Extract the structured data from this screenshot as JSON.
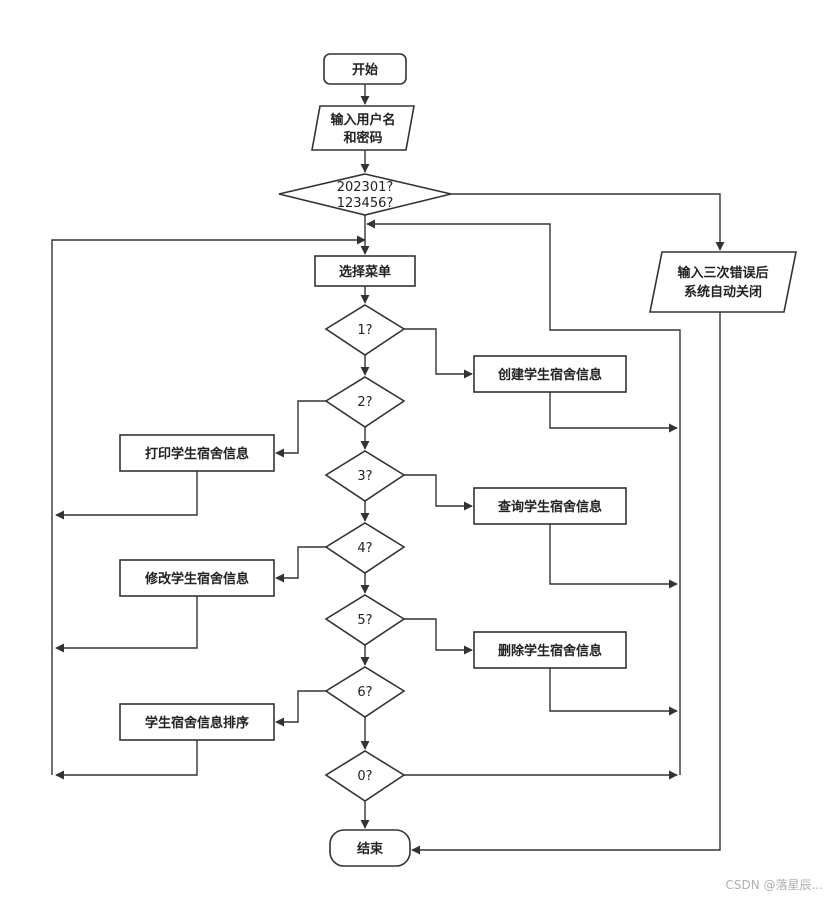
{
  "nodes": {
    "start": "开始",
    "input_user": [
      "输入用户名",
      "和密码"
    ],
    "check_login": [
      "202301?",
      "123456?"
    ],
    "lockout": [
      "输入三次错误后",
      "系统自动关闭"
    ],
    "select_menu": "选择菜单",
    "d1": "1?",
    "d2": "2?",
    "d3": "3?",
    "d4": "4?",
    "d5": "5?",
    "d6": "6?",
    "d0": "0?",
    "create": "创建学生宿舍信息",
    "print": "打印学生宿舍信息",
    "query": "查询学生宿舍信息",
    "modify": "修改学生宿舍信息",
    "delete": "删除学生宿舍信息",
    "sort": "学生宿舍信息排序",
    "end": "结束"
  },
  "watermark": "CSDN @落星辰..."
}
